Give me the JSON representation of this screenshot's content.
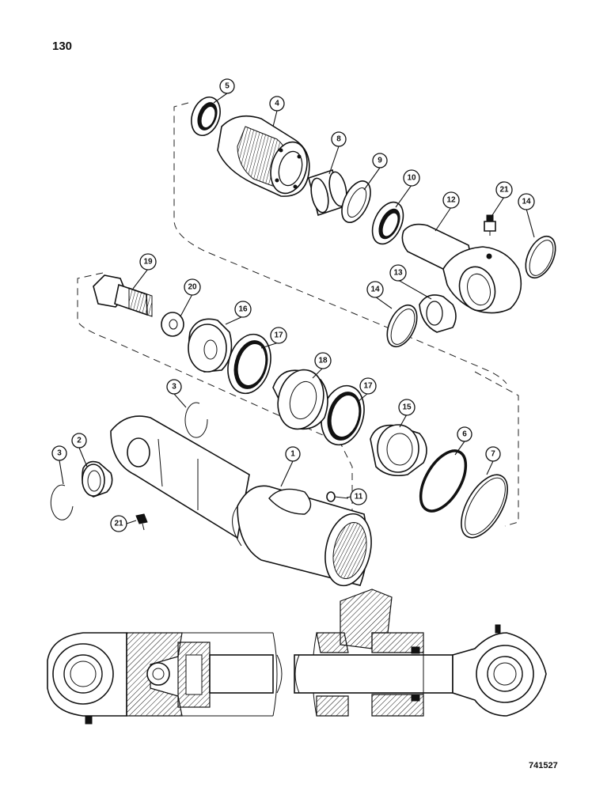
{
  "page_number": "130",
  "figure_code": "741527",
  "callouts": {
    "c1": "1",
    "c2": "2",
    "c3a": "3",
    "c3b": "3",
    "c4": "4",
    "c5": "5",
    "c6": "6",
    "c7": "7",
    "c8": "8",
    "c9": "9",
    "c10": "10",
    "c11": "11",
    "c12": "12",
    "c13": "13",
    "c14a": "14",
    "c14b": "14",
    "c15": "15",
    "c16": "16",
    "c17a": "17",
    "c17b": "17",
    "c18": "18",
    "c19": "19",
    "c20": "20",
    "c21a": "21",
    "c21b": "21"
  }
}
